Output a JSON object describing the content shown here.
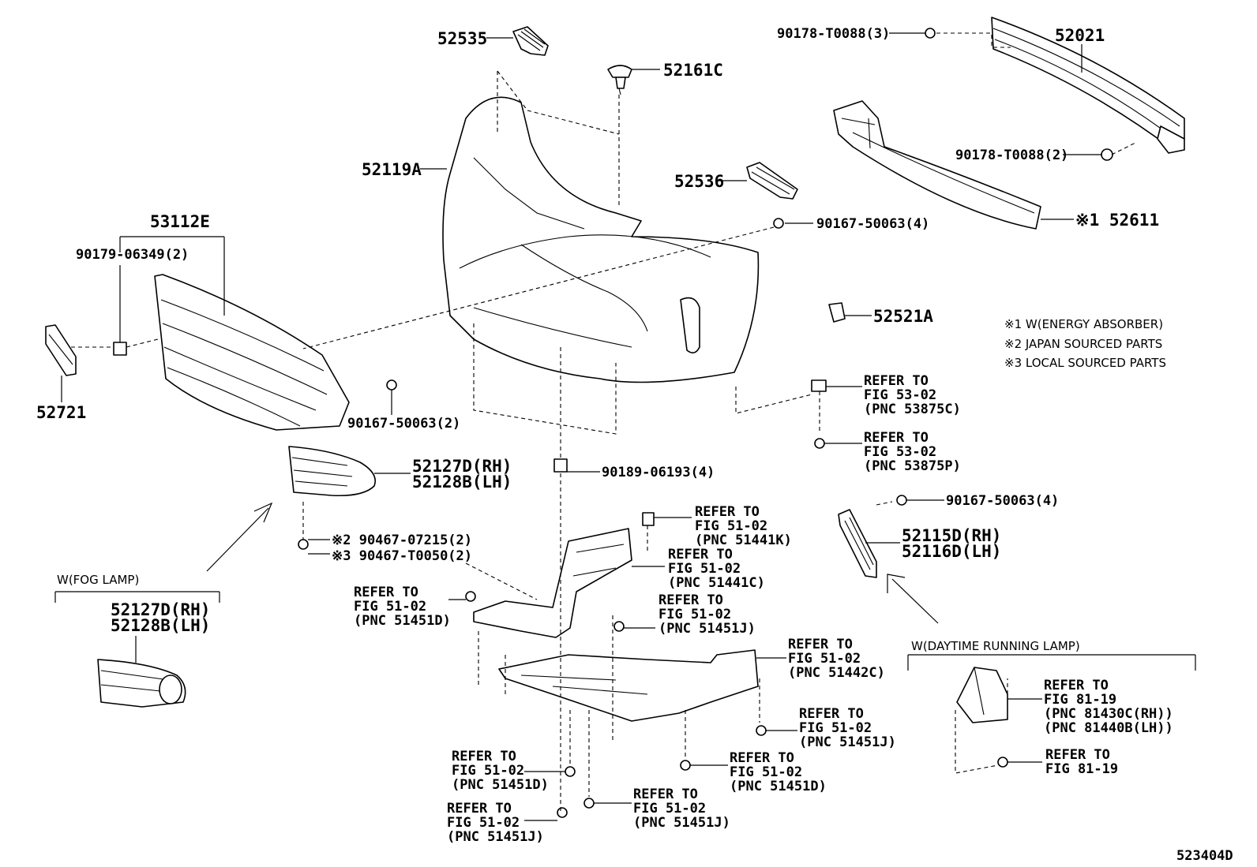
{
  "labels": {
    "p52535": "52535",
    "p52161c": "52161C",
    "p90178_3": "90178-T0088(3)",
    "p52021": "52021",
    "p52119a": "52119A",
    "p90178_2": "90178-T0088(2)",
    "p52536": "52536",
    "p52611": "※1 52611",
    "p53112e": "53112E",
    "p90167_4a": "90167-50063(4)",
    "p90179": "90179-06349(2)",
    "p52521a": "52521A",
    "p52721": "52721",
    "p90167_2": "90167-50063(2)",
    "r53875c_1": "REFER TO",
    "r53875c_2": "FIG 53-02",
    "r53875c_3": "(PNC 53875C)",
    "r53875p_1": "REFER TO",
    "r53875p_2": "FIG 53-02",
    "r53875p_3": "(PNC 53875P)",
    "p52127d_a": "52127D(RH)",
    "p52128b_a": "52128B(LH)",
    "p90189": "90189-06193(4)",
    "p90167_4b": "90167-50063(4)",
    "r51441k_1": "REFER TO",
    "r51441k_2": "FIG 51-02",
    "r51441k_3": "(PNC 51441K)",
    "p52115d": "52115D(RH)",
    "p52116d": "52116D(LH)",
    "p90467_1": "※2 90467-07215(2)",
    "p90467_2": "※3 90467-T0050(2)",
    "r51441c_1": "REFER TO",
    "r51441c_2": "FIG 51-02",
    "r51441c_3": "(PNC 51441C)",
    "fog_title": "W(FOG LAMP)",
    "r51451d_a1": "REFER TO",
    "r51451d_a2": "FIG 51-02",
    "r51451d_a3": "(PNC 51451D)",
    "r51451j_a1": "REFER TO",
    "r51451j_a2": "FIG 51-02",
    "r51451j_a3": "(PNC 51451J)",
    "p52127d_b": "52127D(RH)",
    "p52128b_b": "52128B(LH)",
    "r51442c_1": "REFER TO",
    "r51442c_2": "FIG 51-02",
    "r51442c_3": "(PNC 51442C)",
    "drl_title": "W(DAYTIME RUNNING LAMP)",
    "r81430_1": "REFER TO",
    "r81430_2": "FIG 81-19",
    "r81430_3": "(PNC 81430C(RH))",
    "r81430_4": "(PNC 81440B(LH))",
    "r51451j_b1": "REFER TO",
    "r51451j_b2": "FIG 51-02",
    "r51451j_b3": "(PNC 51451J)",
    "r51451d_b1": "REFER TO",
    "r51451d_b2": "FIG 51-02",
    "r51451d_b3": "(PNC 51451D)",
    "r51451d_c1": "REFER TO",
    "r51451d_c2": "FIG 51-02",
    "r51451d_c3": "(PNC 51451D)",
    "r8119_1": "REFER TO",
    "r8119_2": "FIG 81-19",
    "r51451j_c1": "REFER TO",
    "r51451j_c2": "FIG 51-02",
    "r51451j_c3": "(PNC 51451J)",
    "r51451j_d1": "REFER TO",
    "r51451j_d2": "FIG 51-02",
    "r51451j_d3": "(PNC 51451J)",
    "figure_id": "523404D"
  },
  "notes": [
    "※1 W(ENERGY ABSORBER)",
    "※2 JAPAN SOURCED PARTS",
    "※3 LOCAL SOURCED PARTS"
  ]
}
